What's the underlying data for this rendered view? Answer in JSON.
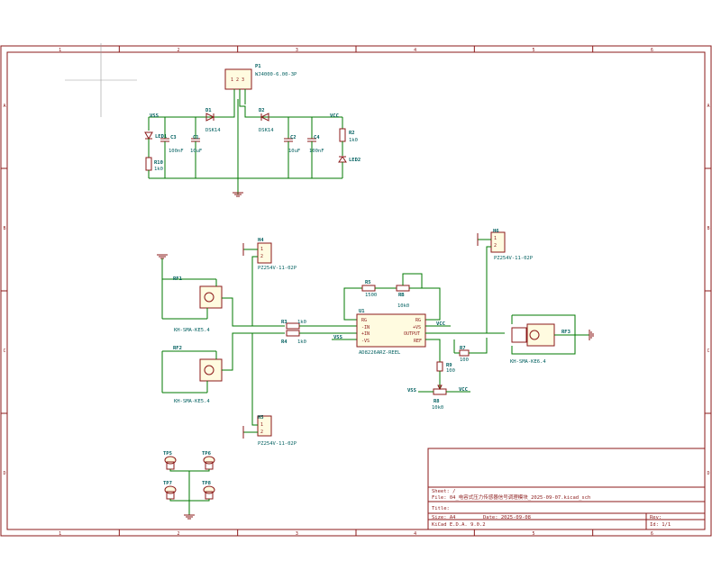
{
  "frame": {
    "col_labels": [
      "1",
      "2",
      "3",
      "4",
      "5",
      "6"
    ],
    "row_labels": [
      "A",
      "B",
      "C",
      "D"
    ]
  },
  "power_section": {
    "connector": {
      "ref": "P1",
      "value": "WJ4000-6.00-3P",
      "pins": "1 2 3"
    },
    "d1": {
      "ref": "D1",
      "value": "DSK14"
    },
    "d2": {
      "ref": "D2",
      "value": "DSK14"
    },
    "vss_label": "VSS",
    "vcc_label": "VCC",
    "led1": {
      "ref": "LED1"
    },
    "c3": {
      "ref": "C3",
      "value": "100nF"
    },
    "c1": {
      "ref": "C1",
      "value": "10uF"
    },
    "r10": {
      "ref": "R10",
      "value": "1k0"
    },
    "c2": {
      "ref": "C2",
      "value": "10uF"
    },
    "c4": {
      "ref": "C4",
      "value": "100nF"
    },
    "r2": {
      "ref": "R2",
      "value": "1k0"
    },
    "led2": {
      "ref": "LED2"
    }
  },
  "signal_section": {
    "h4": {
      "ref": "H4",
      "value": "PZ254V-11-02P",
      "pin1": "1",
      "pin2": "2"
    },
    "h5": {
      "ref": "H5",
      "value": "PZ254V-11-02P",
      "pin1": "1",
      "pin2": "2"
    },
    "h6": {
      "ref": "H6",
      "value": "PZ254V-11-02P",
      "pin1": "1",
      "pin2": "2"
    },
    "rf1": {
      "ref": "RF1",
      "value": "KH-SMA-KE5.4"
    },
    "rf2": {
      "ref": "RF2",
      "value": "KH-SMA-KE5.4"
    },
    "rf3": {
      "ref": "RF3",
      "value": "KH-SMA-KE6.4"
    },
    "r3": {
      "ref": "R3",
      "value": "1k0"
    },
    "r4": {
      "ref": "R4",
      "value": "1k0"
    },
    "r5": {
      "ref": "R5",
      "value": "1500"
    },
    "rb": {
      "ref": "RB",
      "value": "10k0"
    },
    "r7": {
      "ref": "R7",
      "value": "100"
    },
    "r9": {
      "ref": "R9",
      "value": "100"
    },
    "r8": {
      "ref": "R8",
      "value": "10k0"
    },
    "u1": {
      "ref": "U1",
      "value": "AD8226ARZ-REEL",
      "pins_left": [
        "RG",
        "-IN",
        "+IN",
        "-VS"
      ],
      "pins_right": [
        "RG",
        "+VS",
        "OUTPUT",
        "REF"
      ]
    },
    "vss_label": "VSS",
    "vcc_label": "VCC",
    "vss2": "VSS",
    "vcc2": "VCC"
  },
  "test_points": {
    "tp5": "TP5",
    "tp6": "TP6",
    "tp7": "TP7",
    "tp8": "TP8"
  },
  "title_block": {
    "sheet": "Sheet: /",
    "file": "File: 04_电容式压力传感器信号调理模块_2025-09-07.kicad_sch",
    "title": "Title:",
    "size": "Size: A4",
    "date": "Date: 2025-09-08",
    "rev": "Rev:",
    "kicad": "KiCad E.D.A. 9.0.2",
    "id": "Id: 1/1"
  }
}
